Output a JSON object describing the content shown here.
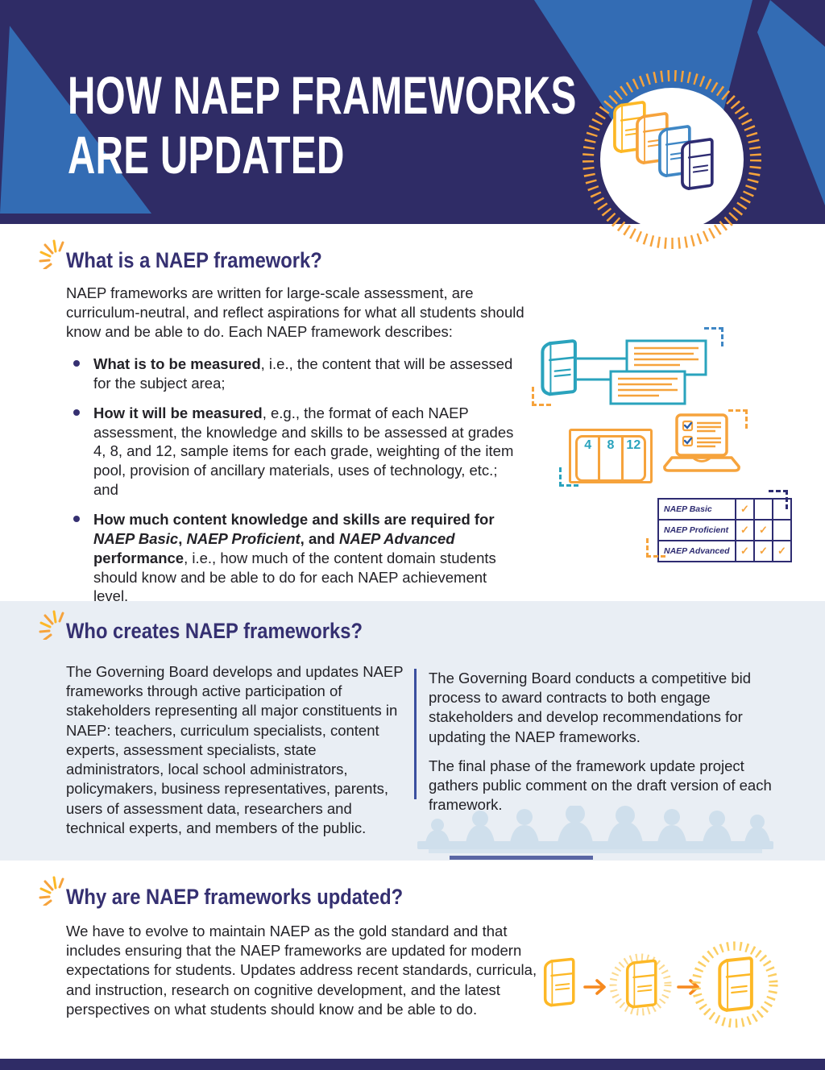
{
  "colors": {
    "header_navy": "#2f2c66",
    "accent_blue": "#336cb4",
    "heading_navy": "#353071",
    "orange": "#f6a33c",
    "gold": "#fdb826",
    "teal": "#2aa3bd",
    "section_background": "#e9eef4"
  },
  "header": {
    "title_line1": "HOW NAEP FRAMEWORKS",
    "title_line2": "ARE UPDATED"
  },
  "section_what": {
    "heading": "What is a NAEP framework?",
    "intro": "NAEP frameworks are written for large-scale assessment, are curriculum-neutral, and reflect aspirations for what all students should know and be able to do. Each NAEP framework describes:",
    "bullet1": {
      "bold": "What is to be measured",
      "rest": ", i.e., the content that will be assessed for the subject area;"
    },
    "bullet2": {
      "bold": "How it will be measured",
      "rest": ", e.g., the format of each NAEP assessment, the knowledge and skills to be assessed at grades 4, 8, and 12, sample items for each grade, weighting of the item pool, provision of ancillary materials, uses of technology, etc.; and"
    },
    "bullet3": {
      "bold_lead": "How much content knowledge and skills are required for ",
      "italic1": "NAEP Basic",
      "sep1": ", ",
      "italic2": "NAEP Proficient",
      "sep2": ", and ",
      "italic3": "NAEP Advanced",
      "bold_tail": " performance",
      "rest": ", i.e., how much of the content domain students should know and be able to do for each NAEP achievement level."
    },
    "grade_labels": [
      "4",
      "8",
      "12"
    ],
    "achievement_table": {
      "rows": [
        {
          "label": "NAEP Basic",
          "c1": "✓",
          "c2": "",
          "c3": ""
        },
        {
          "label": "NAEP Proficient",
          "c1": "✓",
          "c2": "✓",
          "c3": ""
        },
        {
          "label": "NAEP Advanced",
          "c1": "✓",
          "c2": "✓",
          "c3": "✓"
        }
      ]
    }
  },
  "section_who": {
    "heading": "Who creates NAEP frameworks?",
    "left_paragraph": "The Governing Board develops and updates NAEP frameworks through active participation of stakeholders representing all major constituents in NAEP: teachers, curriculum specialists, content experts, assessment specialists, state administrators, local school administrators, policymakers, business representatives, parents, users of assessment data, researchers and technical experts, and members of the public.",
    "right_paragraph_1": "The Governing Board conducts a competitive bid process to award contracts to both engage stakeholders and develop recommendations for updating the NAEP frameworks.",
    "right_paragraph_2": "The final phase of the framework update project gathers public comment on the draft version of each framework."
  },
  "section_why": {
    "heading": "Why are NAEP frameworks updated?",
    "paragraph": "We have to evolve to maintain NAEP as the gold standard and that includes ensuring that the NAEP frameworks are updated for modern expectations for students. Updates address recent standards, curricula, and instruction, research on cognitive development, and the latest perspectives on what students should know and be able to do."
  }
}
